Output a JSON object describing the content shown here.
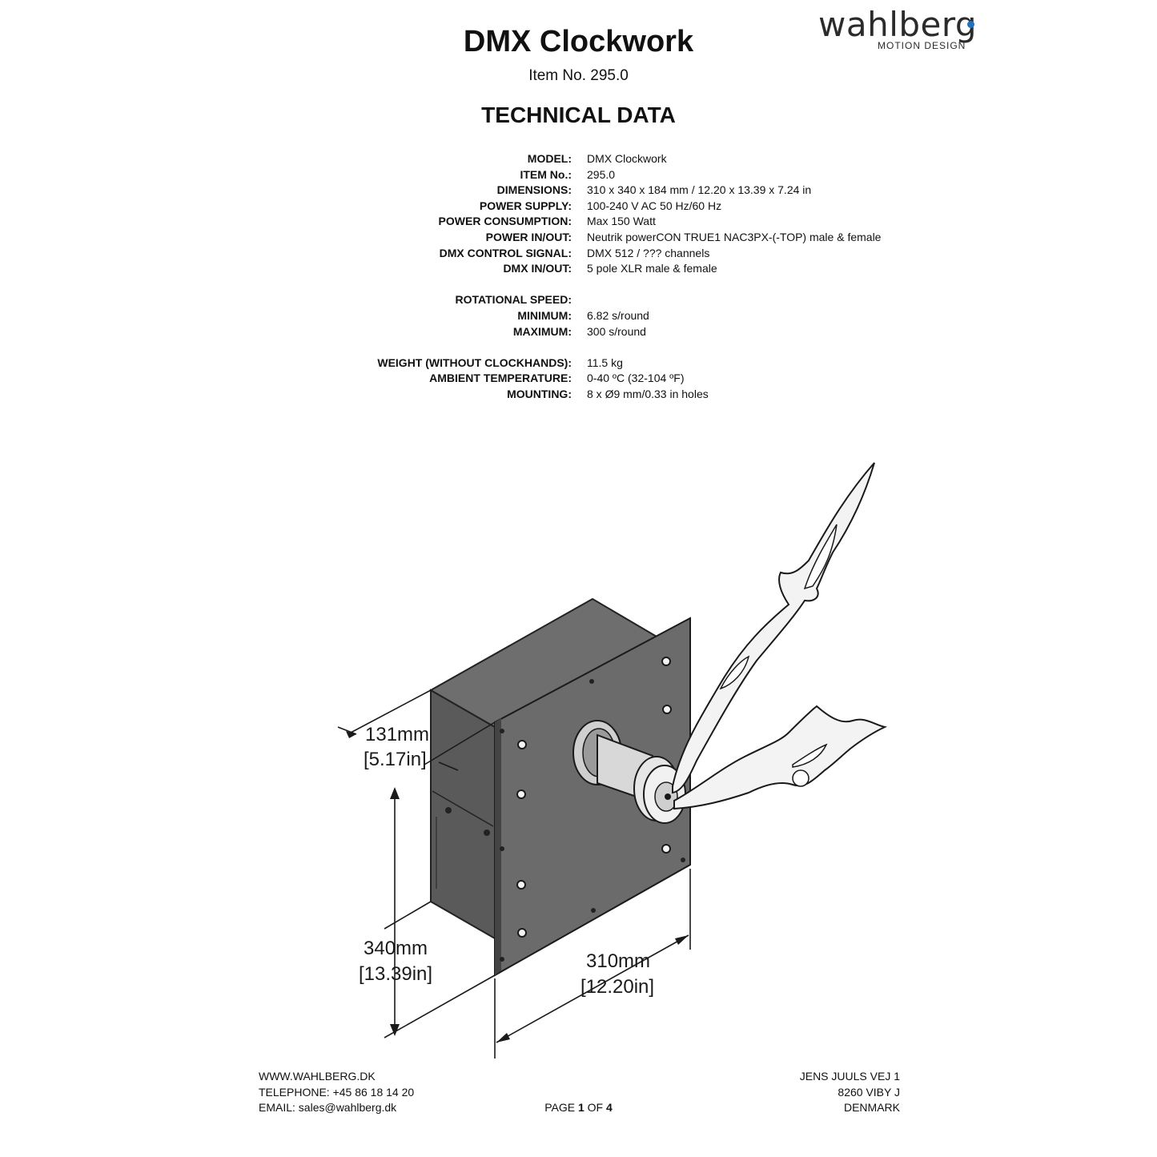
{
  "brand": {
    "name": "wahlberg",
    "tagline": "MOTION DESIGN"
  },
  "title": "DMX Clockwork",
  "item_line": "Item No. 295.0",
  "section_title": "TECHNICAL DATA",
  "specs": [
    {
      "label": "MODEL:",
      "value": "DMX Clockwork"
    },
    {
      "label": "ITEM No.:",
      "value": "295.0"
    },
    {
      "label": "DIMENSIONS:",
      "value": "310 x 340 x 184 mm / 12.20 x 13.39 x 7.24 in"
    },
    {
      "label": "POWER SUPPLY:",
      "value": "100-240 V AC 50 Hz/60 Hz"
    },
    {
      "label": "POWER CONSUMPTION:",
      "value": "Max 150 Watt"
    },
    {
      "label": "POWER IN/OUT:",
      "value": "Neutrik powerCON TRUE1 NAC3PX-(-TOP) male & female"
    },
    {
      "label": "DMX CONTROL SIGNAL:",
      "value": "DMX 512 / ??? channels"
    },
    {
      "label": "DMX IN/OUT:",
      "value": "5 pole XLR male & female"
    },
    {
      "label": "ROTATIONAL SPEED:",
      "value": ""
    },
    {
      "label": "MINIMUM:",
      "value": "6.82 s/round"
    },
    {
      "label": "MAXIMUM:",
      "value": "300 s/round"
    },
    {
      "label": "WEIGHT (WITHOUT CLOCKHANDS):",
      "value": "11.5 kg"
    },
    {
      "label": "AMBIENT TEMPERATURE:",
      "value": "0-40 ºC (32-104 ºF)"
    },
    {
      "label": "MOUNTING:",
      "value": "8 x Ø9 mm/0.33 in holes"
    }
  ],
  "drawing": {
    "depth_mm": "131mm",
    "depth_in": "[5.17in]",
    "height_mm": "340mm",
    "height_in": "[13.39in]",
    "width_mm": "310mm",
    "width_in": "[12.20in]"
  },
  "footer": {
    "web": "WWW.WAHLBERG.DK",
    "phone": "TELEPHONE: +45 86 18 14 20",
    "email": "EMAIL: sales@wahlberg.dk",
    "page_prefix": "PAGE ",
    "page_current": "1",
    "page_mid": " OF ",
    "page_total": "4",
    "address_line1": "JENS JUULS VEJ 1",
    "address_line2": "8260 VIBY J",
    "address_line3": "DENMARK"
  }
}
